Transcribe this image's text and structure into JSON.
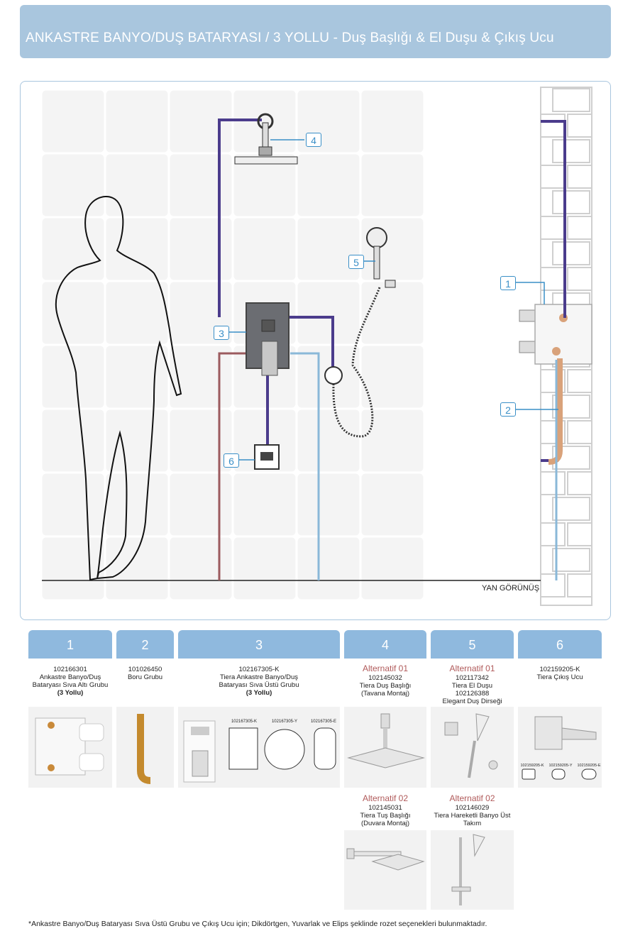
{
  "header": {
    "title": "ANKASTRE BANYO/DUŞ BATARYASI / 3 YOLLU - Duş Başlığı & El Duşu & Çıkış Ucu"
  },
  "diagram": {
    "side_view_label": "YAN GÖRÜNÜŞ",
    "callouts": [
      "1",
      "2",
      "3",
      "4",
      "5",
      "6"
    ]
  },
  "columns": [
    {
      "num": "1",
      "code": "102166301",
      "lines": [
        "Ankastre Banyo/Duş",
        "Bataryası Sıva Altı Grubu"
      ],
      "bold": "(3 Yollu)"
    },
    {
      "num": "2",
      "code": "101026450",
      "lines": [
        "Boru Grubu"
      ],
      "bold": ""
    },
    {
      "num": "3",
      "code": "102167305-K",
      "lines": [
        "Tiera Ankastre Banyo/Duş",
        "Bataryası Sıva Üstü Grubu"
      ],
      "bold": "(3 Yollu)",
      "variants": [
        "102167305-K",
        "102167305-Y",
        "102167305-E"
      ]
    },
    {
      "num": "4",
      "alt1": "Alternatif 01",
      "code": "102145032",
      "lines": [
        "Tiera Duş Başlığı",
        "(Tavana Montaj)"
      ],
      "alt2": "Alternatif 02",
      "code2": "102145031",
      "lines2": [
        "Tiera Tuş Başlığı",
        "(Duvara Montaj)"
      ]
    },
    {
      "num": "5",
      "alt1": "Alternatif 01",
      "code": "102117342",
      "lines": [
        "Tiera El Duşu",
        "102126388",
        "Elegant Duş Dirseği"
      ],
      "alt2": "Alternatif 02",
      "code2": "102146029",
      "lines2": [
        "Tiera Hareketli Banyo Üst",
        "Takım"
      ]
    },
    {
      "num": "6",
      "code": "102159205-K",
      "lines": [
        "Tiera Çıkış Ucu"
      ],
      "bold": "",
      "variants": [
        "102159205-K",
        "102159205-Y",
        "102159205-E"
      ]
    }
  ],
  "footer": "*Ankastre Banyo/Duş Bataryası Sıva Üstü Grubu ve Çıkış Ucu için;  Dikdörtgen, Yuvarlak ve Elips şeklinde rozet seçenekleri bulunmaktadır.",
  "colors": {
    "accent": "#a9c6de",
    "pipe_purple": "#4b3c8c",
    "pipe_red": "#9b5a5e",
    "pipe_blue": "#8ab8d8",
    "copper": "#d9a27a",
    "callout": "#3a8fc7"
  }
}
